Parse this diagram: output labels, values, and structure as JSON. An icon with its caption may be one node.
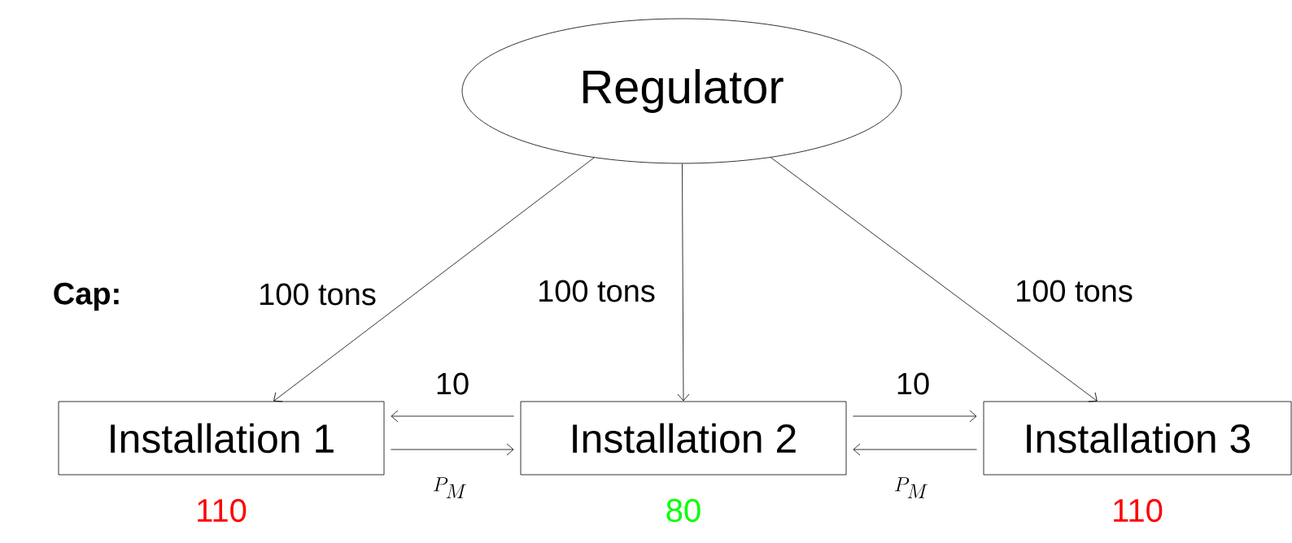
{
  "diagram": {
    "nodes": [
      {
        "text": [
          "Regulator"
        ]
      },
      {
        "text": [
          "Installation 1"
        ],
        "beside": [
          "110"
        ]
      },
      {
        "text": [
          "Installation 2"
        ],
        "beside": [
          "80"
        ]
      },
      {
        "text": [
          "Installation 3"
        ],
        "beside": [
          "110"
        ]
      }
    ],
    "edges": [
      {
        "from": 0,
        "to": 1,
        "arrow": "to",
        "label": "100 tons"
      },
      {
        "from": 0,
        "to": 2,
        "arrow": "to",
        "label": "100 tons"
      },
      {
        "from": 0,
        "to": 3,
        "arrow": "to",
        "label": "100 tons"
      },
      {
        "from": 2,
        "to": 1,
        "arrow": "to",
        "label": "10"
      },
      {
        "from": 1,
        "to": 2,
        "arrow": "to",
        "label": "P_M"
      },
      {
        "from": 2,
        "to": 3,
        "arrow": "to",
        "label": "10"
      },
      {
        "from": 3,
        "to": 2,
        "arrow": "to",
        "label": "P_M"
      }
    ],
    "labels": [
      "Cap:"
    ]
  }
}
